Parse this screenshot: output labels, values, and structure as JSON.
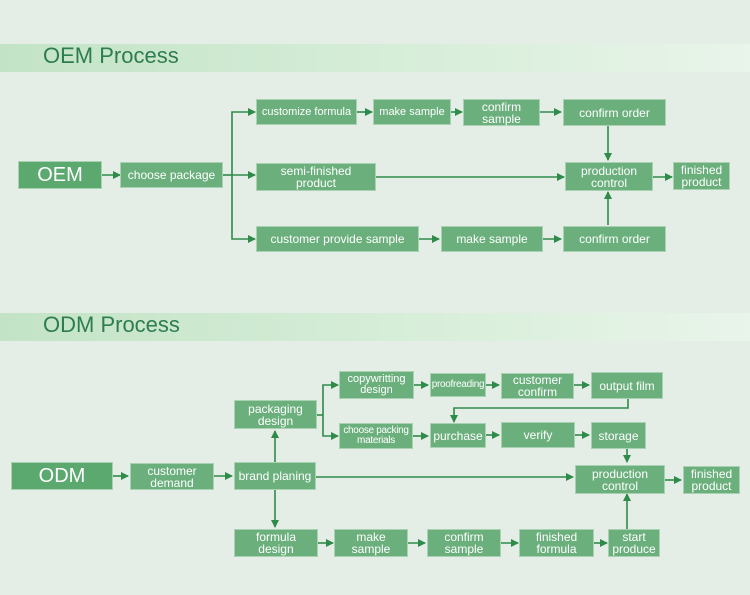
{
  "oem": {
    "title": "OEM Process",
    "start": "OEM",
    "choose_package": "choose package",
    "customize_formula": "customize formula",
    "make_sample_1": "make sample",
    "confirm_sample": "confirm\nsample",
    "confirm_order_1": "confirm order",
    "semi_finished": "semi-finished\nproduct",
    "production_control": "production\ncontrol",
    "finished_product": "finished\nproduct",
    "customer_provide_sample": "customer provide sample",
    "make_sample_2": "make sample",
    "confirm_order_2": "confirm order"
  },
  "odm": {
    "title": "ODM Process",
    "start": "ODM",
    "customer_demand": "customer\ndemand",
    "brand_planing": "brand planing",
    "packaging_design": "packaging\ndesign",
    "copywritting_design": "copywritting\ndesign",
    "proofreading": "proofreading",
    "customer_confirm": "customer\nconfirm",
    "output_film": "output film",
    "choose_packing_materials": "choose packing\nmaterials",
    "purchase": "purchase",
    "verify": "verify",
    "storage": "storage",
    "production_control": "production\ncontrol",
    "finished_product": "finished\nproduct",
    "formula_design": "formula\ndesign",
    "make_sample": "make\nsample",
    "confirm_sample": "confirm\nsample",
    "finished_formula": "finished\nformula",
    "start_produce": "start\nproduce"
  },
  "colors": {
    "background": "#e4eee7",
    "node_fill": "#6aaf7c",
    "arrow": "#2e8b4a",
    "title_text": "#2e7d4f"
  }
}
